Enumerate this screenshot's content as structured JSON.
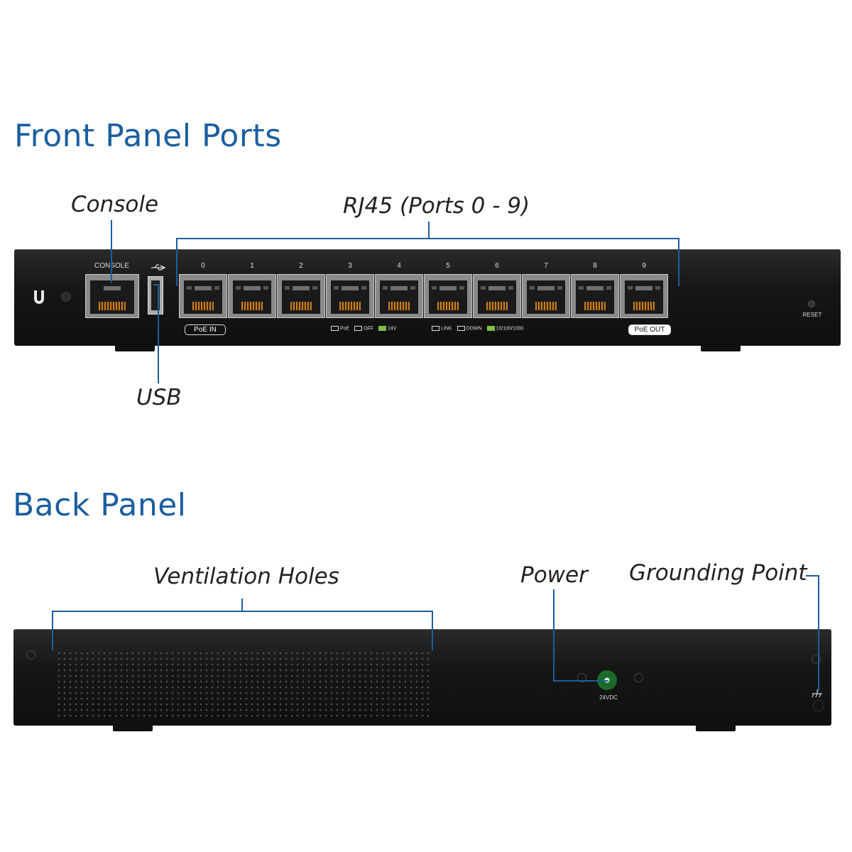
{
  "front_section": {
    "title": "Front Panel Ports",
    "callouts": {
      "console": "Console",
      "rj45": "RJ45 (Ports 0 - 9)",
      "usb": "USB"
    },
    "device": {
      "console_label": "CONSOLE",
      "port_numbers": [
        "0",
        "1",
        "2",
        "3",
        "4",
        "5",
        "6",
        "7",
        "8",
        "9"
      ],
      "poe_in_label": "PoE IN",
      "poe_out_label": "PoE OUT",
      "reset_label": "RESET",
      "poe_legend": [
        "PoE",
        "OFF",
        "24V"
      ],
      "link_legend": [
        "LINK",
        "DOWN",
        "10/100/1000"
      ]
    }
  },
  "back_section": {
    "title": "Back Panel",
    "callouts": {
      "ventilation": "Ventilation Holes",
      "power": "Power",
      "grounding": "Grounding Point"
    },
    "device": {
      "power_label": "24VDC"
    }
  },
  "colors": {
    "heading": "#1b5ea0",
    "callout_line": "#1b5ea0",
    "led_green": "#7cc043",
    "power_jack": "#1a6b2a"
  },
  "icons": [
    "ubiquiti-logo-icon",
    "usb-icon",
    "ground-icon"
  ]
}
